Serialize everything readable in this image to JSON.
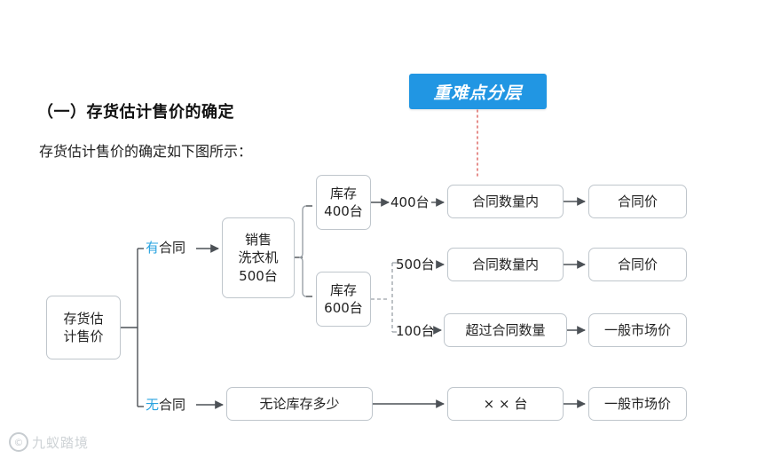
{
  "banner": {
    "label": "重难点分层",
    "bg": "#2196e3",
    "text_color": "#ffffff"
  },
  "heading": "（一）存货估计售价的确定",
  "subline": "存货估计售价的确定如下图所示：",
  "diagram": {
    "nodes": {
      "root": "存货估\n计售价",
      "root_line1": "存货估",
      "root_line2": "计售价",
      "sales_line1": "销售",
      "sales_line2": "洗衣机",
      "sales_line3": "500台",
      "stock400_line1": "库存",
      "stock400_line2": "400台",
      "stock600_line1": "库存",
      "stock600_line2": "600台",
      "contract_qty_1": "合同数量内",
      "contract_qty_2": "合同数量内",
      "over_contract": "超过合同数量",
      "price_contract_1": "合同价",
      "price_contract_2": "合同价",
      "price_market_1": "一般市场价",
      "price_market_2": "一般市场价",
      "no_matter_stock": "无论库存多少",
      "xx_tai": "× × 台"
    },
    "labels": {
      "has_contract_prefix": "有",
      "has_contract_rest": "合同",
      "no_contract_prefix": "无",
      "no_contract_rest": "合同",
      "qty_400": "400台",
      "qty_500": "500台",
      "qty_100": "100台"
    },
    "colors": {
      "accent_blue": "#29a3e0",
      "box_border": "#bfc6cc",
      "arrow": "#4c5156",
      "dotted_red": "#e0736f"
    }
  },
  "watermark": {
    "mark": "©",
    "text": "九蚁踏境"
  }
}
